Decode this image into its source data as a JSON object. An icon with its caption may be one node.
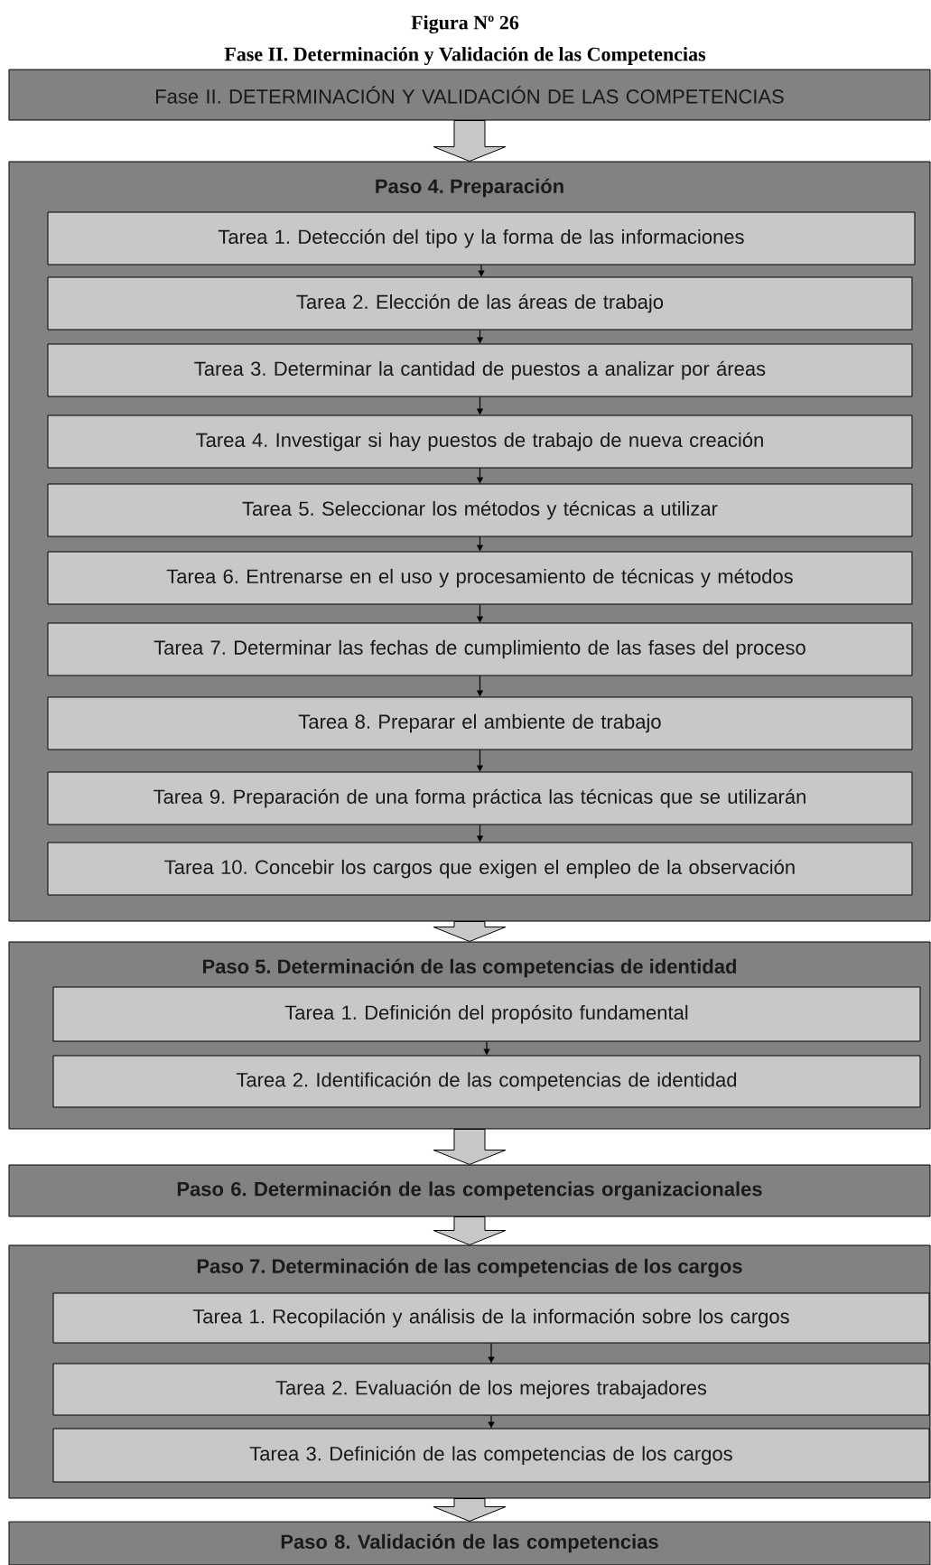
{
  "diagram": {
    "title": "Figura Nº 26",
    "labels": [
      "Fase II. Determinación y Validación de las Competencias"
    ],
    "nodes": [
      {
        "text": [
          "Fase II. DETERMINACIÓN Y VALIDACIÓN DE LAS COMPETENCIAS"
        ]
      },
      {
        "text": [
          "Paso 4. Preparación"
        ]
      },
      {
        "text": [
          "Tarea 1. Detección del tipo y la forma de las informaciones"
        ],
        "in": 1
      },
      {
        "text": [
          "Tarea 2. Elección de las áreas de trabajo"
        ],
        "in": 1
      },
      {
        "text": [
          "Tarea 3. Determinar la cantidad de puestos a analizar por áreas"
        ],
        "in": 1
      },
      {
        "text": [
          "Tarea 4. Investigar si hay puestos de trabajo de nueva creación"
        ],
        "in": 1
      },
      {
        "text": [
          "Tarea 5. Seleccionar los métodos y técnicas a utilizar"
        ],
        "in": 1
      },
      {
        "text": [
          "Tarea 6. Entrenarse en el uso y procesamiento de técnicas y métodos"
        ],
        "in": 1
      },
      {
        "text": [
          "Tarea 7. Determinar las fechas de cumplimiento de las fases del proceso"
        ],
        "in": 1
      },
      {
        "text": [
          "Tarea 8. Preparar el ambiente de trabajo"
        ],
        "in": 1
      },
      {
        "text": [
          "Tarea 9. Preparación de una forma práctica las técnicas que se utilizarán"
        ],
        "in": 1
      },
      {
        "text": [
          "Tarea 10. Concebir los cargos que exigen el empleo de la observación"
        ],
        "in": 1
      },
      {
        "text": [
          "Paso 5. Determinación de las competencias de identidad"
        ]
      },
      {
        "text": [
          "Tarea 1. Definición del propósito fundamental"
        ],
        "in": 12
      },
      {
        "text": [
          "Tarea 2. Identificación de las competencias de identidad"
        ],
        "in": 12
      },
      {
        "text": [
          "Paso 6. Determinación de las competencias organizacionales"
        ]
      },
      {
        "text": [
          "Paso 7. Determinación de las competencias de los cargos"
        ]
      },
      {
        "text": [
          "Tarea 1. Recopilación y análisis de la información sobre los cargos"
        ],
        "in": 16
      },
      {
        "text": [
          "Tarea 2. Evaluación de los mejores trabajadores"
        ],
        "in": 16
      },
      {
        "text": [
          "Tarea 3. Definición de las competencias de los cargos"
        ],
        "in": 16
      },
      {
        "text": [
          "Paso 8. Validación de las competencias"
        ]
      }
    ],
    "edges": [
      {
        "from": 0,
        "to": 1,
        "arrow": "to",
        "style": "thick"
      },
      {
        "from": 2,
        "to": 3,
        "arrow": "to"
      },
      {
        "from": 3,
        "to": 4,
        "arrow": "to"
      },
      {
        "from": 4,
        "to": 5,
        "arrow": "to"
      },
      {
        "from": 5,
        "to": 6,
        "arrow": "to"
      },
      {
        "from": 6,
        "to": 7,
        "arrow": "to"
      },
      {
        "from": 7,
        "to": 8,
        "arrow": "to"
      },
      {
        "from": 8,
        "to": 9,
        "arrow": "to"
      },
      {
        "from": 9,
        "to": 10,
        "arrow": "to"
      },
      {
        "from": 10,
        "to": 11,
        "arrow": "to"
      },
      {
        "from": 1,
        "to": 12,
        "arrow": "to",
        "style": "thick"
      },
      {
        "from": 13,
        "to": 14,
        "arrow": "to"
      },
      {
        "from": 12,
        "to": 15,
        "arrow": "to",
        "style": "thick"
      },
      {
        "from": 15,
        "to": 16,
        "arrow": "to",
        "style": "thick"
      },
      {
        "from": 17,
        "to": 18,
        "arrow": "to"
      },
      {
        "from": 18,
        "to": 19,
        "arrow": "to"
      },
      {
        "from": 16,
        "to": 20,
        "arrow": "to",
        "style": "thick"
      }
    ]
  }
}
